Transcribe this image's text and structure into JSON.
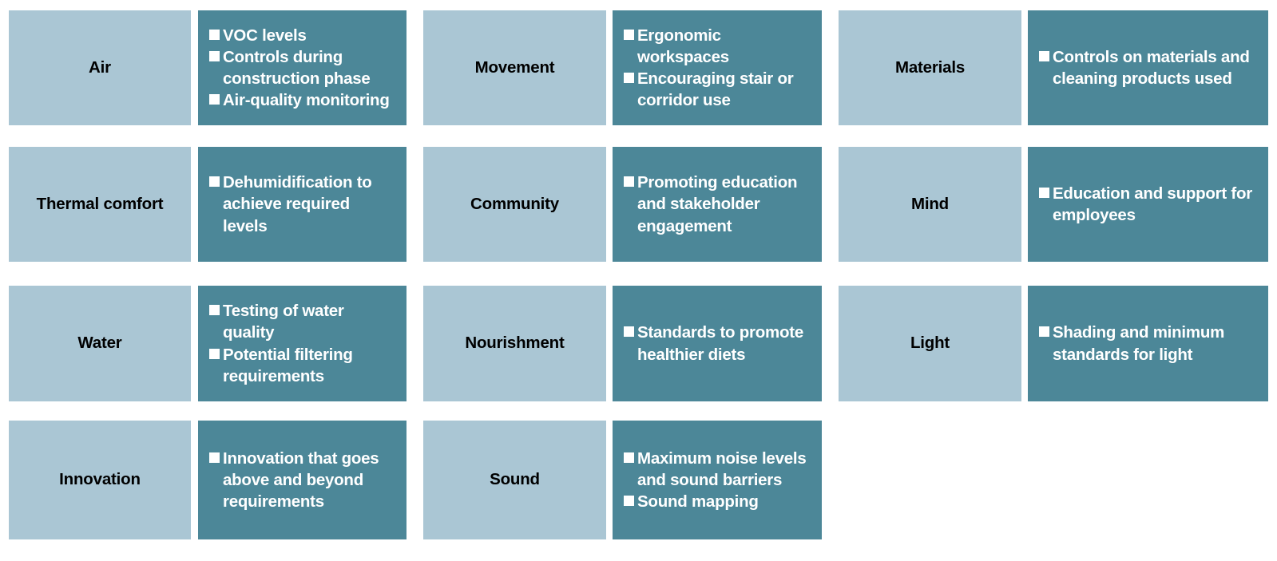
{
  "theme": {
    "label_card_color": "#AAC6D4",
    "items_card_color": "#4C8798",
    "label_text_color": "#000000",
    "items_text_color": "#FFFFFF",
    "background_color": "#FFFFFF",
    "bullet_glyph": "square-bullet-icon"
  },
  "columns": [
    {
      "cells": [
        {
          "label": "Air",
          "items": [
            "VOC levels",
            "Controls during construction phase",
            "Air-quality monitoring"
          ]
        },
        {
          "label": "Thermal comfort",
          "items": [
            "Dehumidification to achieve required levels"
          ]
        },
        {
          "label": "Water",
          "items": [
            "Testing of water quality",
            "Potential filtering requirements"
          ]
        },
        {
          "label": "Innovation",
          "items": [
            "Innovation that goes above and beyond requirements"
          ]
        }
      ]
    },
    {
      "cells": [
        {
          "label": "Movement",
          "items": [
            "Ergonomic workspaces",
            "Encouraging stair or corridor use"
          ]
        },
        {
          "label": "Community",
          "items": [
            "Promoting education and stakeholder engagement"
          ]
        },
        {
          "label": "Nourishment",
          "items": [
            "Standards to promote healthier diets"
          ]
        },
        {
          "label": "Sound",
          "items": [
            "Maximum noise levels and sound barriers",
            "Sound mapping"
          ]
        }
      ]
    },
    {
      "cells": [
        {
          "label": "Materials",
          "items": [
            "Controls on materials and cleaning products used"
          ]
        },
        {
          "label": "Mind",
          "items": [
            "Education and support for employees"
          ]
        },
        {
          "label": "Light",
          "items": [
            "Shading and minimum standards for light"
          ]
        },
        {
          "label": null,
          "items": []
        }
      ]
    }
  ]
}
